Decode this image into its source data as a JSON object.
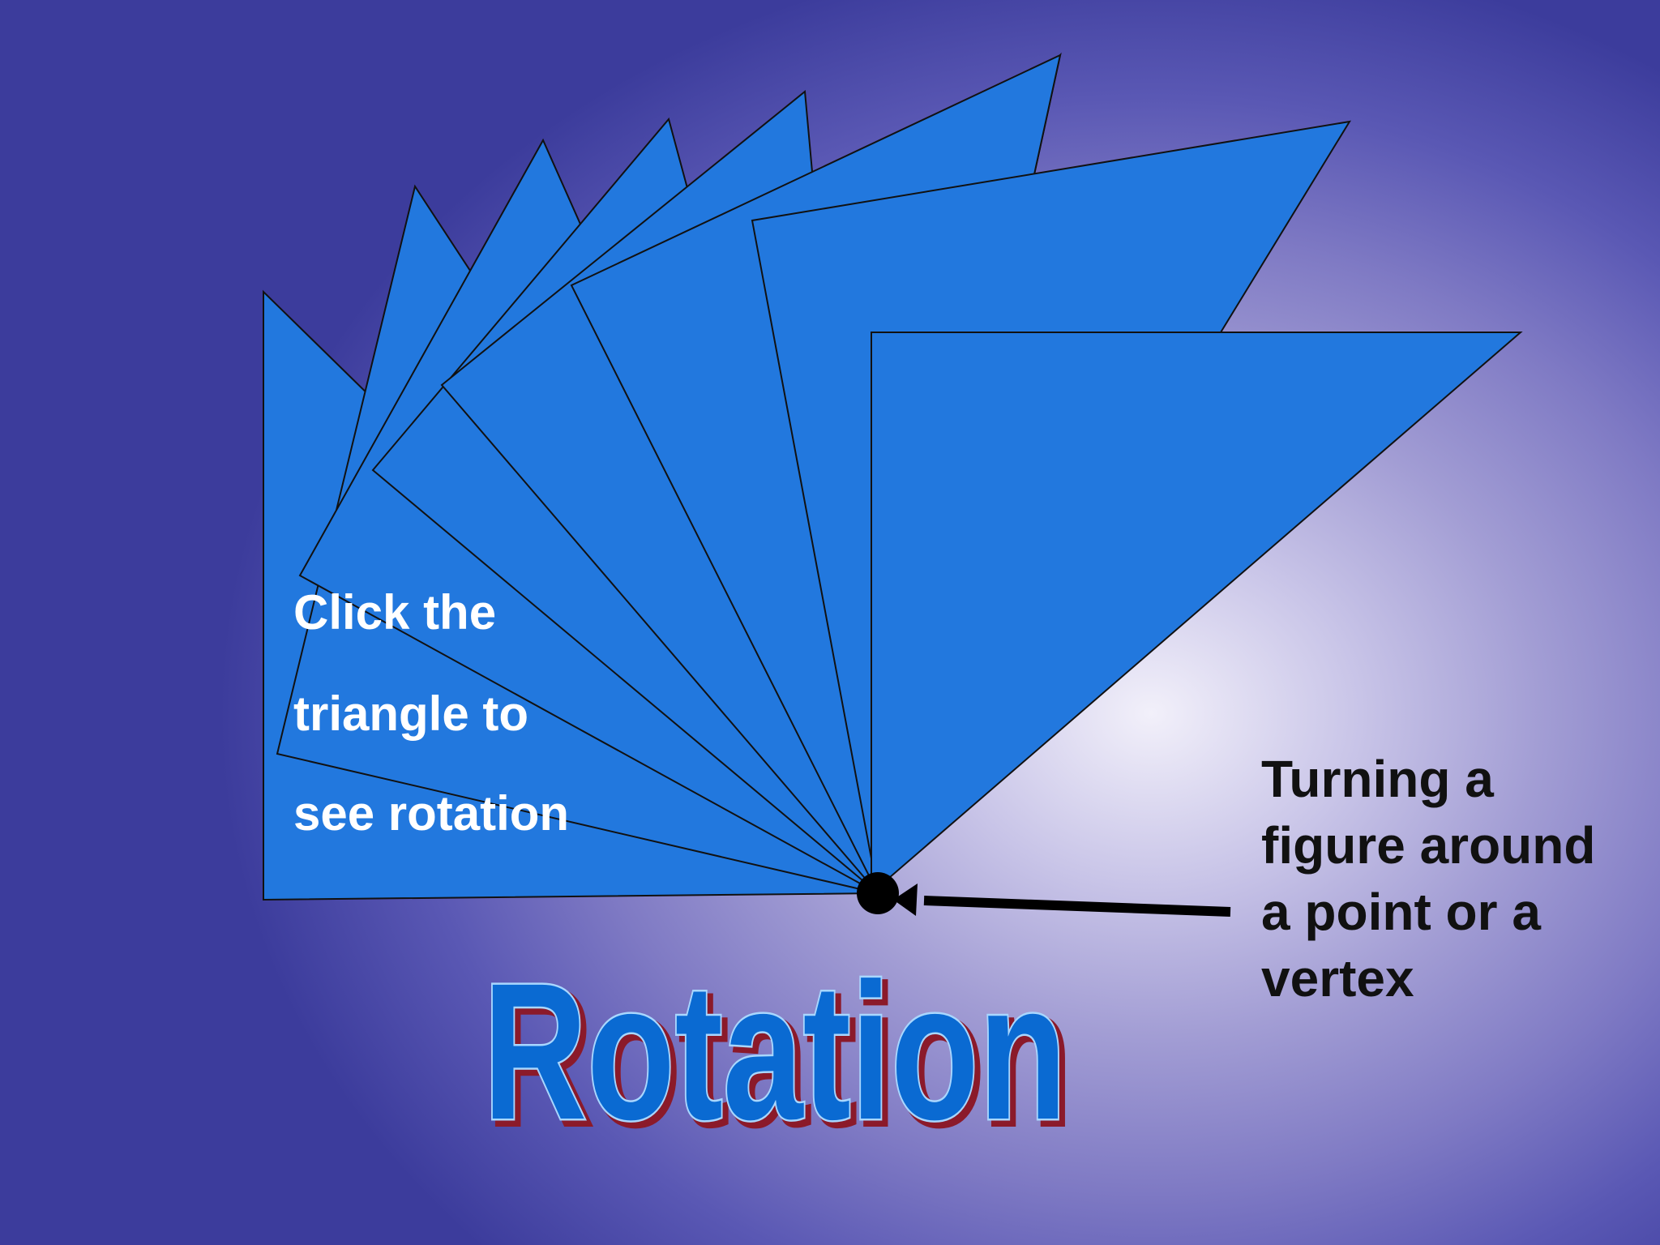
{
  "slide": {
    "title": "Rotation",
    "instruction_lines": [
      "Click the",
      "triangle to",
      "see rotation"
    ],
    "definition_lines": [
      "Turning a",
      "figure around",
      "a point or a",
      "vertex"
    ]
  },
  "colors": {
    "triangle_fill": "#2278de",
    "triangle_stroke": "#111111",
    "title_fill": "#0a6ad2",
    "title_outline": "#a9d7ff",
    "title_shadow": "#8b1a2a",
    "instruction_text": "#ffffff",
    "definition_text": "#111111",
    "pivot": "#000000"
  },
  "icons": {
    "pivot": "pivot-point-icon",
    "arrow": "arrow-pointer-icon"
  }
}
